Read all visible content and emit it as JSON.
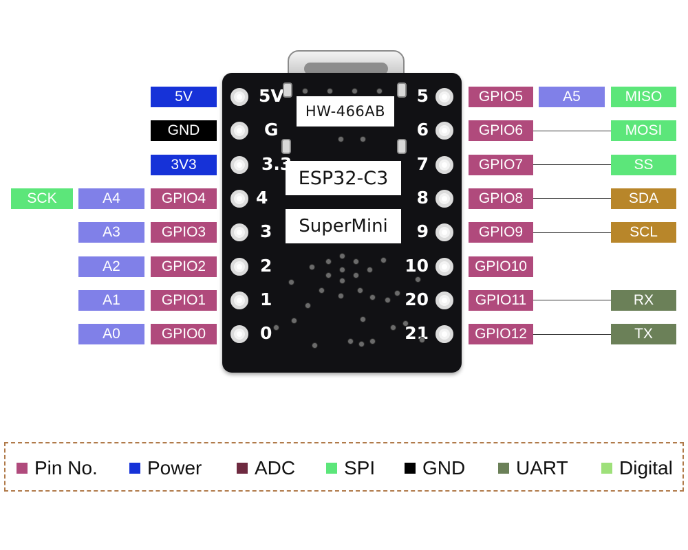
{
  "colors": {
    "pin": "#b04a7c",
    "power": "#1632d8",
    "gnd": "#000000",
    "analog": "#8080e8",
    "spi": "#5ce67a",
    "i2c": "#b8862a",
    "uart": "#6b8058"
  },
  "board": {
    "chip_label": "HW-466AB",
    "model_label": "ESP32-C3",
    "name_label": "SuperMini",
    "left_pins": [
      "5V",
      "G",
      "3.3",
      "4",
      "3",
      "2",
      "1",
      "0"
    ],
    "right_pins": [
      "5",
      "6",
      "7",
      "8",
      "9",
      "10",
      "20",
      "21"
    ]
  },
  "left_rows": [
    {
      "pin": "5V",
      "pin_color": "power"
    },
    {
      "pin": "GND",
      "pin_color": "gnd"
    },
    {
      "pin": "3V3",
      "pin_color": "power"
    },
    {
      "pin": "GPIO4",
      "pin_color": "pin",
      "adc": "A4",
      "func": "SCK",
      "func_color": "spi"
    },
    {
      "pin": "GPIO3",
      "pin_color": "pin",
      "adc": "A3"
    },
    {
      "pin": "GPIO2",
      "pin_color": "pin",
      "adc": "A2"
    },
    {
      "pin": "GPIO1",
      "pin_color": "pin",
      "adc": "A1"
    },
    {
      "pin": "GPIO0",
      "pin_color": "pin",
      "adc": "A0"
    }
  ],
  "right_rows": [
    {
      "pin": "GPIO5",
      "adc": "A5",
      "func": "MISO",
      "func_color": "spi"
    },
    {
      "pin": "GPIO6",
      "func": "MOSI",
      "func_color": "spi"
    },
    {
      "pin": "GPIO7",
      "func": "SS",
      "func_color": "spi"
    },
    {
      "pin": "GPIO8",
      "func": "SDA",
      "func_color": "i2c"
    },
    {
      "pin": "GPIO9",
      "func": "SCL",
      "func_color": "i2c"
    },
    {
      "pin": "GPIO10"
    },
    {
      "pin": "GPIO11",
      "func": "RX",
      "func_color": "uart"
    },
    {
      "pin": "GPIO12",
      "func": "TX",
      "func_color": "uart"
    }
  ],
  "legend": [
    {
      "label": "Pin No.",
      "color": "#b04a7c"
    },
    {
      "label": "Power",
      "color": "#1632d8"
    },
    {
      "label": "ADC",
      "color": "#6e2a40"
    },
    {
      "label": "SPI",
      "color": "#5ce67a"
    },
    {
      "label": "GND",
      "color": "#000000"
    },
    {
      "label": "UART",
      "color": "#6b8058"
    },
    {
      "label": "Digital",
      "color": "#9ee07a"
    }
  ]
}
